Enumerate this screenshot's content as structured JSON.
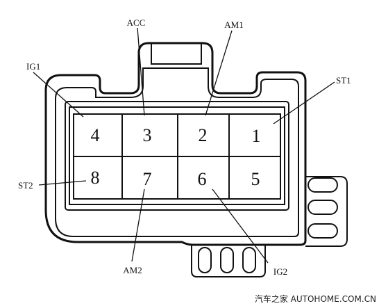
{
  "connector": {
    "pins": [
      {
        "number": "4"
      },
      {
        "number": "3"
      },
      {
        "number": "2"
      },
      {
        "number": "1"
      },
      {
        "number": "8"
      },
      {
        "number": "7"
      },
      {
        "number": "6"
      },
      {
        "number": "5"
      }
    ],
    "labels": {
      "acc": "ACC",
      "am1": "AM1",
      "ig1": "IG1",
      "st1": "ST1",
      "st2": "ST2",
      "am2": "AM2",
      "ig2": "IG2"
    }
  },
  "watermark": {
    "text": "汽车之家 AUTOHOME.COM.CN"
  }
}
